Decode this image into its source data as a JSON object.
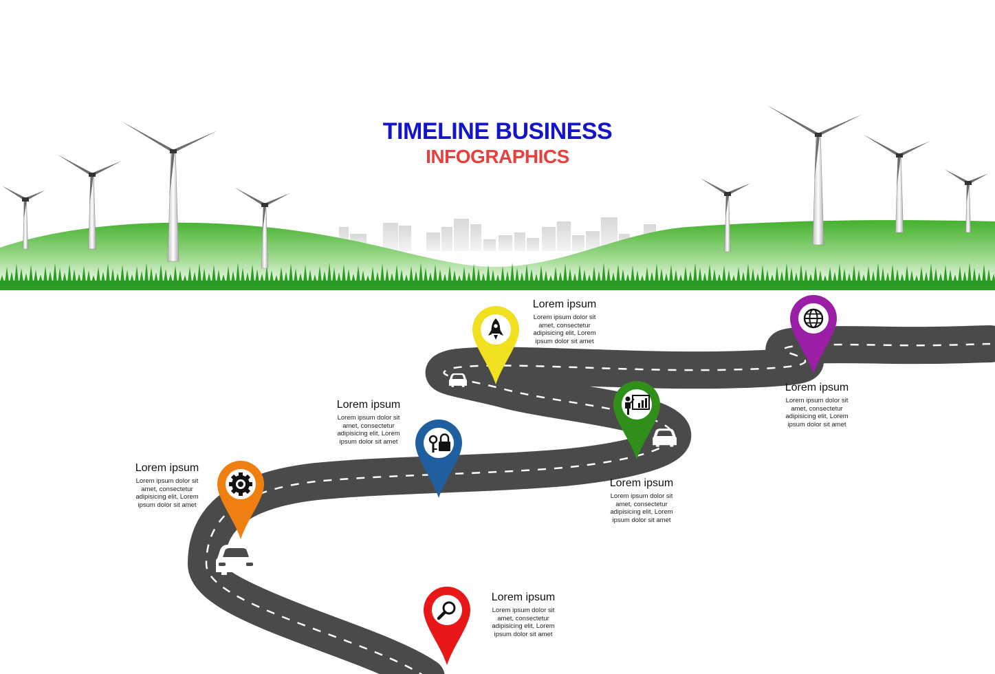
{
  "title": {
    "line1": "TIMELINE BUSINESS",
    "line2": "INFOGRAPHICS"
  },
  "colors": {
    "title_line1": "#1414c8",
    "title_line2": "#e8403c",
    "road": "#4a4a4a",
    "grass": "#3cab2a",
    "pin_orange": "#f07f12",
    "pin_blue": "#1f5f9f",
    "pin_yellow": "#f0e020",
    "pin_green": "#2f8f1a",
    "pin_purple": "#9b1ea6",
    "pin_red": "#e81818"
  },
  "milestones": [
    {
      "heading": "Lorem ipsum",
      "text": "Lorem ipsum dolor sit amet, consectetur adipisicing elit, Lorem ipsum dolor sit amet",
      "icon": "gear-icon",
      "color": "orange"
    },
    {
      "heading": "Lorem ipsum",
      "text": "Lorem ipsum dolor sit amet, consectetur adipisicing elit, Lorem ipsum dolor sit amet",
      "icon": "lock-key-icon",
      "color": "blue"
    },
    {
      "heading": "Lorem ipsum",
      "text": "Lorem ipsum dolor sit amet, consectetur adipisicing elit, Lorem ipsum dolor sit amet",
      "icon": "rocket-icon",
      "color": "yellow"
    },
    {
      "heading": "Lorem ipsum",
      "text": "Lorem ipsum dolor sit amet, consectetur adipisicing elit, Lorem ipsum dolor sit amet",
      "icon": "presentation-chart-icon",
      "color": "green"
    },
    {
      "heading": "Lorem ipsum",
      "text": "Lorem ipsum dolor sit amet, consectetur adipisicing elit, Lorem ipsum dolor sit amet",
      "icon": "globe-icon",
      "color": "purple"
    },
    {
      "heading": "Lorem ipsum",
      "text": "Lorem ipsum dolor sit amet, consectetur adipisicing elit, Lorem ipsum dolor sit amet",
      "icon": "magnifier-icon",
      "color": "red"
    }
  ]
}
